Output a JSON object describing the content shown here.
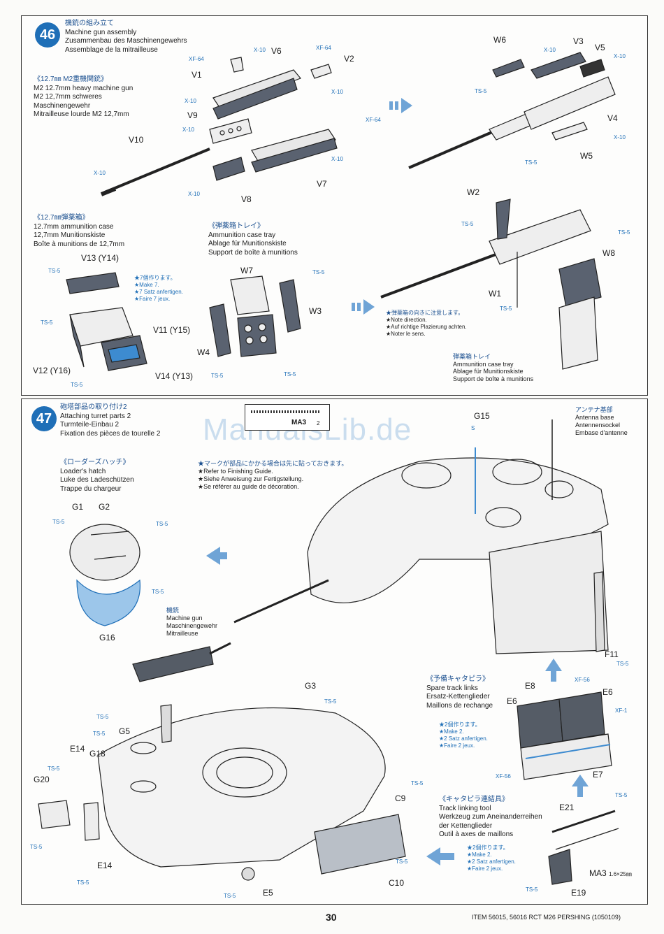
{
  "step46": {
    "number": "46",
    "title_jp": "機銃の組み立て",
    "title_en": "Machine gun assembly",
    "title_de": "Zusammenbau des Maschinengewehrs",
    "title_fr": "Assemblage de la mitrailleuse",
    "mg_jp": "《12.7㎜ M2重機関銃》",
    "mg_en": "M2 12.7mm heavy machine gun",
    "mg_en2": "M2 12,7mm schweres",
    "mg_de": "Maschinengewehr",
    "mg_fr": "Mitrailleuse lourde M2 12,7mm",
    "ammo_jp": "《12.7㎜弾薬箱》",
    "ammo_en": "12.7mm ammunition case",
    "ammo_de": "12,7mm Munitionskiste",
    "ammo_fr": "Boîte à munitions de 12,7mm",
    "tray_jp": "《弾薬箱トレイ》",
    "tray_en": "Ammunition case tray",
    "tray_de": "Ablage für Munitionskiste",
    "tray_fr": "Support de boîte à munitions",
    "make7": [
      "★7個作ります。",
      "★Make 7.",
      "★7 Satz anfertigen.",
      "★Faire 7 jeux."
    ],
    "direction": [
      "★弾薬箱の向きに注意します。",
      "★Note direction.",
      "★Auf richtige Plazierung achten.",
      "★Noter le sens."
    ],
    "tray_note": [
      "弾薬箱トレイ",
      "Ammunition case tray",
      "Ablage für Munitionskiste",
      "Support de boîte à munitions"
    ],
    "parts": {
      "V1": "V1",
      "V2": "V2",
      "V3": "V3",
      "V4": "V4",
      "V5": "V5",
      "V6": "V6",
      "V7": "V7",
      "V8": "V8",
      "V9": "V9",
      "V10": "V10",
      "W1": "W1",
      "W2": "W2",
      "W3": "W3",
      "W4": "W4",
      "W5": "W5",
      "W6": "W6",
      "W7": "W7",
      "W8": "W8",
      "V11": "V11 (Y15)",
      "V12": "V12 (Y16)",
      "V13": "V13 (Y14)",
      "V14": "V14 (Y13)"
    },
    "paints": {
      "xf64": "XF-64",
      "x10": "X-10",
      "ts5": "TS-5"
    }
  },
  "step47": {
    "number": "47",
    "title_jp": "砲塔部品の取り付け2",
    "title_en": "Attaching turret parts 2",
    "title_de": "Turmteile-Einbau 2",
    "title_fr": "Fixation des pièces de tourelle 2",
    "hatch_jp": "《ローダーズハッチ》",
    "hatch_en": "Loader's hatch",
    "hatch_de": "Luke des Ladeschützen",
    "hatch_fr": "Trappe du chargeur",
    "finish": [
      "★マークが部品にかかる場合は先に貼っておきます。",
      "★Refer to Finishing Guide.",
      "★Siehe Anweisung zur Fertigstellung.",
      "★Se référer au guide de décoration."
    ],
    "antenna": [
      "アンテナ基部",
      "Antenna base",
      "Antennensockel",
      "Embase d'antenne"
    ],
    "mg": [
      "機銃",
      "Machine gun",
      "Maschinengewehr",
      "Mitrailleuse"
    ],
    "spare": [
      "《予備キャタピラ》",
      "Spare track links",
      "Ersatz-Kettenglieder",
      "Maillons de rechange"
    ],
    "make2a": [
      "★2個作ります。",
      "★Make 2.",
      "★2 Satz anfertigen.",
      "★Faire 2 jeux."
    ],
    "tool": [
      "《キャタピラ連結具》",
      "Track linking tool",
      "Werkzeug zum Aneinanderreihen",
      "der Kettenglieder",
      "Outil à axes de maillons"
    ],
    "make2b": [
      "★2個作ります。",
      "★Make 2.",
      "★2 Satz anfertigen.",
      "★Faire 2 jeux."
    ],
    "parts": {
      "G1": "G1",
      "G2": "G2",
      "G3": "G3",
      "G5": "G5",
      "G15": "G15",
      "G16": "G16",
      "G18": "G18",
      "G20": "G20",
      "E5": "E5",
      "E6": "E6",
      "E7": "E7",
      "E8": "E8",
      "E14": "E14",
      "E19": "E19",
      "E21": "E21",
      "C9": "C9",
      "C10": "C10",
      "F11": "F11",
      "MA3": "MA3",
      "MA3size": "1.6×25㎜",
      "screwlabel": "MA3",
      "screwcount": "2"
    },
    "paints": {
      "ts5": "TS-5",
      "xf56": "XF-56",
      "xf1": "XF-1",
      "s": "S"
    }
  },
  "watermark": "ManualsLib.de",
  "page_number": "30",
  "footer": "ITEM 56015, 56016  RCT M26 PERSHING (1050109)",
  "colors": {
    "accent": "#1f6fb7",
    "line": "#222222",
    "part_fill": "#555c66"
  }
}
